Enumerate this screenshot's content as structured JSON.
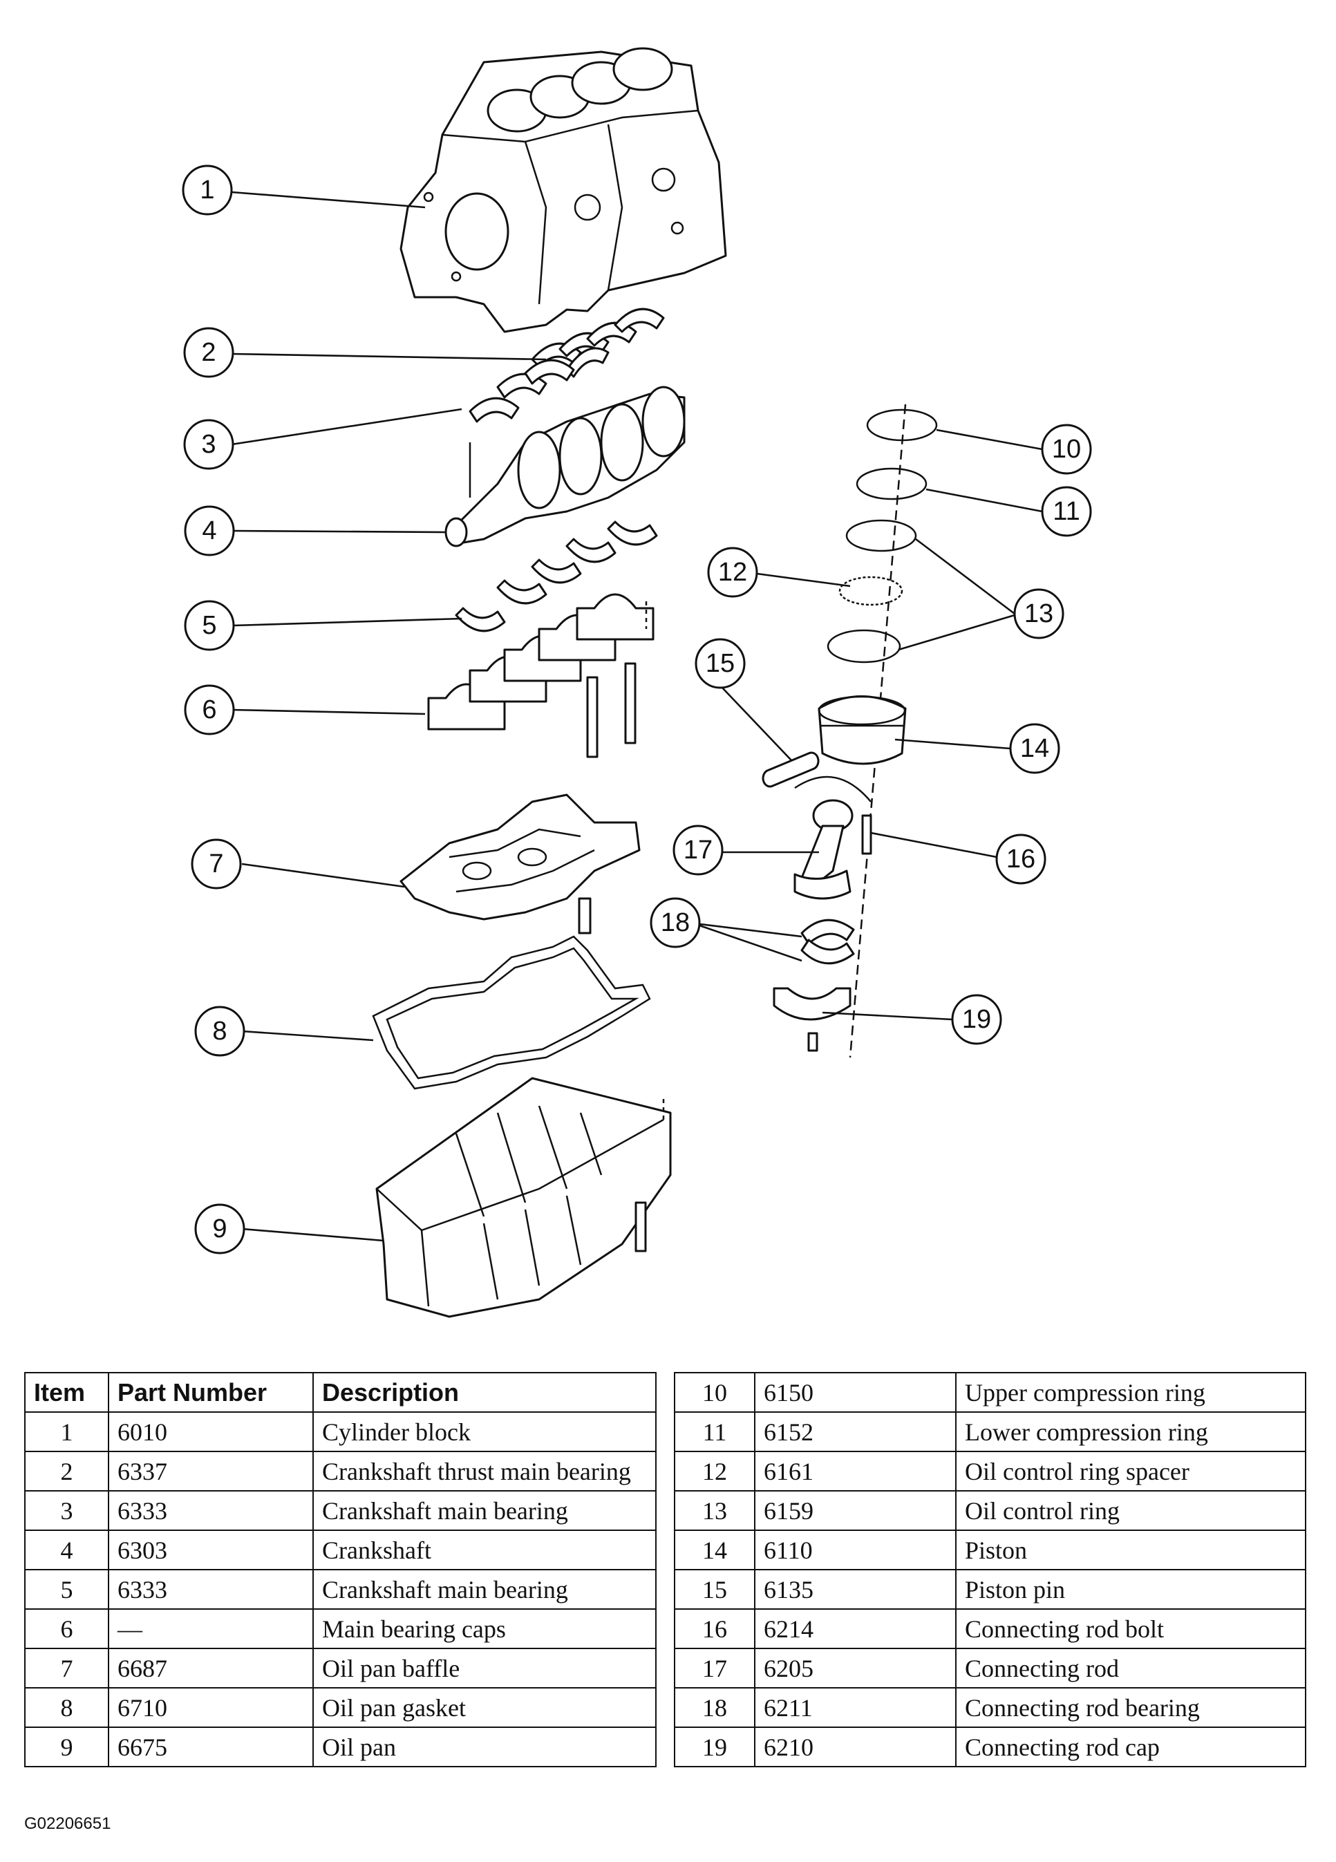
{
  "callouts": [
    "1",
    "2",
    "3",
    "4",
    "5",
    "6",
    "7",
    "8",
    "9",
    "10",
    "11",
    "12",
    "13",
    "14",
    "15",
    "16",
    "17",
    "18",
    "19"
  ],
  "table": {
    "headers": {
      "item": "Item",
      "part_number": "Part Number",
      "description": "Description"
    },
    "left_rows": [
      {
        "item": "1",
        "part": "6010",
        "desc": "Cylinder block"
      },
      {
        "item": "2",
        "part": "6337",
        "desc": "Crankshaft thrust main bearing"
      },
      {
        "item": "3",
        "part": "6333",
        "desc": "Crankshaft main bearing"
      },
      {
        "item": "4",
        "part": "6303",
        "desc": "Crankshaft"
      },
      {
        "item": "5",
        "part": "6333",
        "desc": "Crankshaft main bearing"
      },
      {
        "item": "6",
        "part": "—",
        "desc": "Main bearing caps"
      },
      {
        "item": "7",
        "part": "6687",
        "desc": "Oil pan baffle"
      },
      {
        "item": "8",
        "part": "6710",
        "desc": "Oil pan gasket"
      },
      {
        "item": "9",
        "part": "6675",
        "desc": "Oil pan"
      }
    ],
    "right_rows": [
      {
        "item": "10",
        "part": "6150",
        "desc": "Upper compression ring"
      },
      {
        "item": "11",
        "part": "6152",
        "desc": "Lower compression ring"
      },
      {
        "item": "12",
        "part": "6161",
        "desc": "Oil control ring spacer"
      },
      {
        "item": "13",
        "part": "6159",
        "desc": "Oil control ring"
      },
      {
        "item": "14",
        "part": "6110",
        "desc": "Piston"
      },
      {
        "item": "15",
        "part": "6135",
        "desc": "Piston pin"
      },
      {
        "item": "16",
        "part": "6214",
        "desc": "Connecting rod bolt"
      },
      {
        "item": "17",
        "part": "6205",
        "desc": "Connecting rod"
      },
      {
        "item": "18",
        "part": "6211",
        "desc": "Connecting rod bearing"
      },
      {
        "item": "19",
        "part": "6210",
        "desc": "Connecting rod cap"
      }
    ]
  },
  "figure_code": "G02206651"
}
